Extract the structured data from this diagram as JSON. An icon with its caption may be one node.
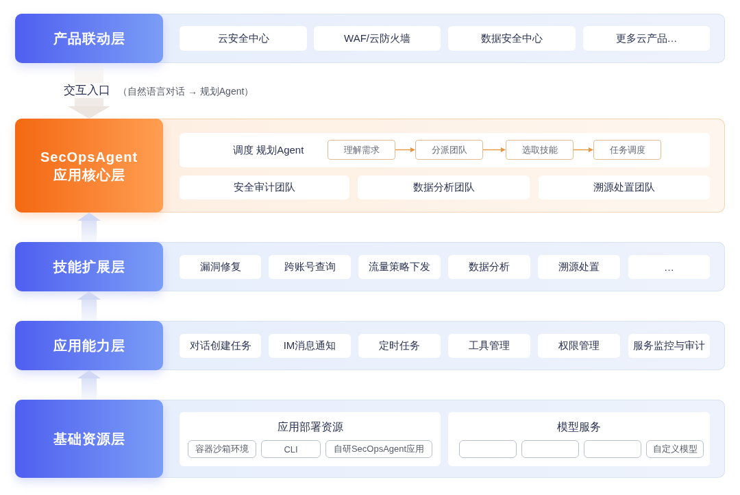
{
  "diagram": {
    "nodes": [
      {
        "text": [
          "产品联动层"
        ]
      },
      {
        "text": [
          "云安全中心"
        ],
        "in": 0
      },
      {
        "text": [
          "WAF/云防火墙"
        ],
        "in": 0
      },
      {
        "text": [
          "数据安全中心"
        ],
        "in": 0
      },
      {
        "text": [
          "更多云产品…"
        ],
        "in": 0
      },
      {
        "text": [
          "SecOpsAgent 应用核心层"
        ]
      },
      {
        "text": [
          "调度 规划Agent"
        ],
        "in": 5
      },
      {
        "text": [
          "理解需求"
        ],
        "in": 6
      },
      {
        "text": [
          "分派团队"
        ],
        "in": 6
      },
      {
        "text": [
          "选取技能"
        ],
        "in": 6
      },
      {
        "text": [
          "任务调度"
        ],
        "in": 6
      },
      {
        "text": [
          "安全审计团队"
        ],
        "in": 5
      },
      {
        "text": [
          "数据分析团队"
        ],
        "in": 5
      },
      {
        "text": [
          "溯源处置团队"
        ],
        "in": 5
      },
      {
        "text": [
          "技能扩展层"
        ]
      },
      {
        "text": [
          "漏洞修复"
        ],
        "in": 14
      },
      {
        "text": [
          "跨账号查询"
        ],
        "in": 14
      },
      {
        "text": [
          "流量策略下发"
        ],
        "in": 14
      },
      {
        "text": [
          "数据分析"
        ],
        "in": 14
      },
      {
        "text": [
          "溯源处置"
        ],
        "in": 14
      },
      {
        "text": [
          "…"
        ],
        "in": 14
      },
      {
        "text": [
          "应用能力层"
        ]
      },
      {
        "text": [
          "对话创建任务"
        ],
        "in": 21
      },
      {
        "text": [
          "IM消息通知"
        ],
        "in": 21
      },
      {
        "text": [
          "定时任务"
        ],
        "in": 21
      },
      {
        "text": [
          "工具管理"
        ],
        "in": 21
      },
      {
        "text": [
          "权限管理"
        ],
        "in": 21
      },
      {
        "text": [
          "服务监控与审计"
        ],
        "in": 21
      },
      {
        "text": [
          "基础资源层"
        ]
      },
      {
        "text": [
          "应用部署资源"
        ],
        "in": 28
      },
      {
        "text": [
          "容器沙箱环境"
        ],
        "in": 29
      },
      {
        "text": [
          "CLI"
        ],
        "in": 29
      },
      {
        "text": [
          "自研SecOpsAgent应用"
        ],
        "in": 29
      },
      {
        "text": [
          "模型服务"
        ],
        "in": 28
      },
      {
        "text": [],
        "shape": "box",
        "in": 33
      },
      {
        "text": [],
        "shape": "box",
        "in": 33
      },
      {
        "text": [],
        "shape": "box",
        "in": 33
      },
      {
        "text": [
          "自定义模型"
        ],
        "in": 33
      }
    ],
    "edges": [
      {
        "from": 0,
        "to": 5,
        "arrow": "to",
        "label": "交互入口",
        "style": "thick",
        "color": "#ece4df"
      },
      {
        "from": 7,
        "to": 8,
        "arrow": "to",
        "color": "#e5963f"
      },
      {
        "from": 8,
        "to": 9,
        "arrow": "to",
        "color": "#e5963f"
      },
      {
        "from": 9,
        "to": 10,
        "arrow": "to",
        "color": "#e5963f"
      },
      {
        "from": 14,
        "to": 5,
        "arrow": "to",
        "style": "thick"
      },
      {
        "from": 21,
        "to": 14,
        "arrow": "to",
        "style": "thick"
      },
      {
        "from": 28,
        "to": 21,
        "arrow": "to",
        "style": "thick"
      }
    ],
    "labels": [
      "（自然语言对话 → 规划Agent）"
    ]
  }
}
